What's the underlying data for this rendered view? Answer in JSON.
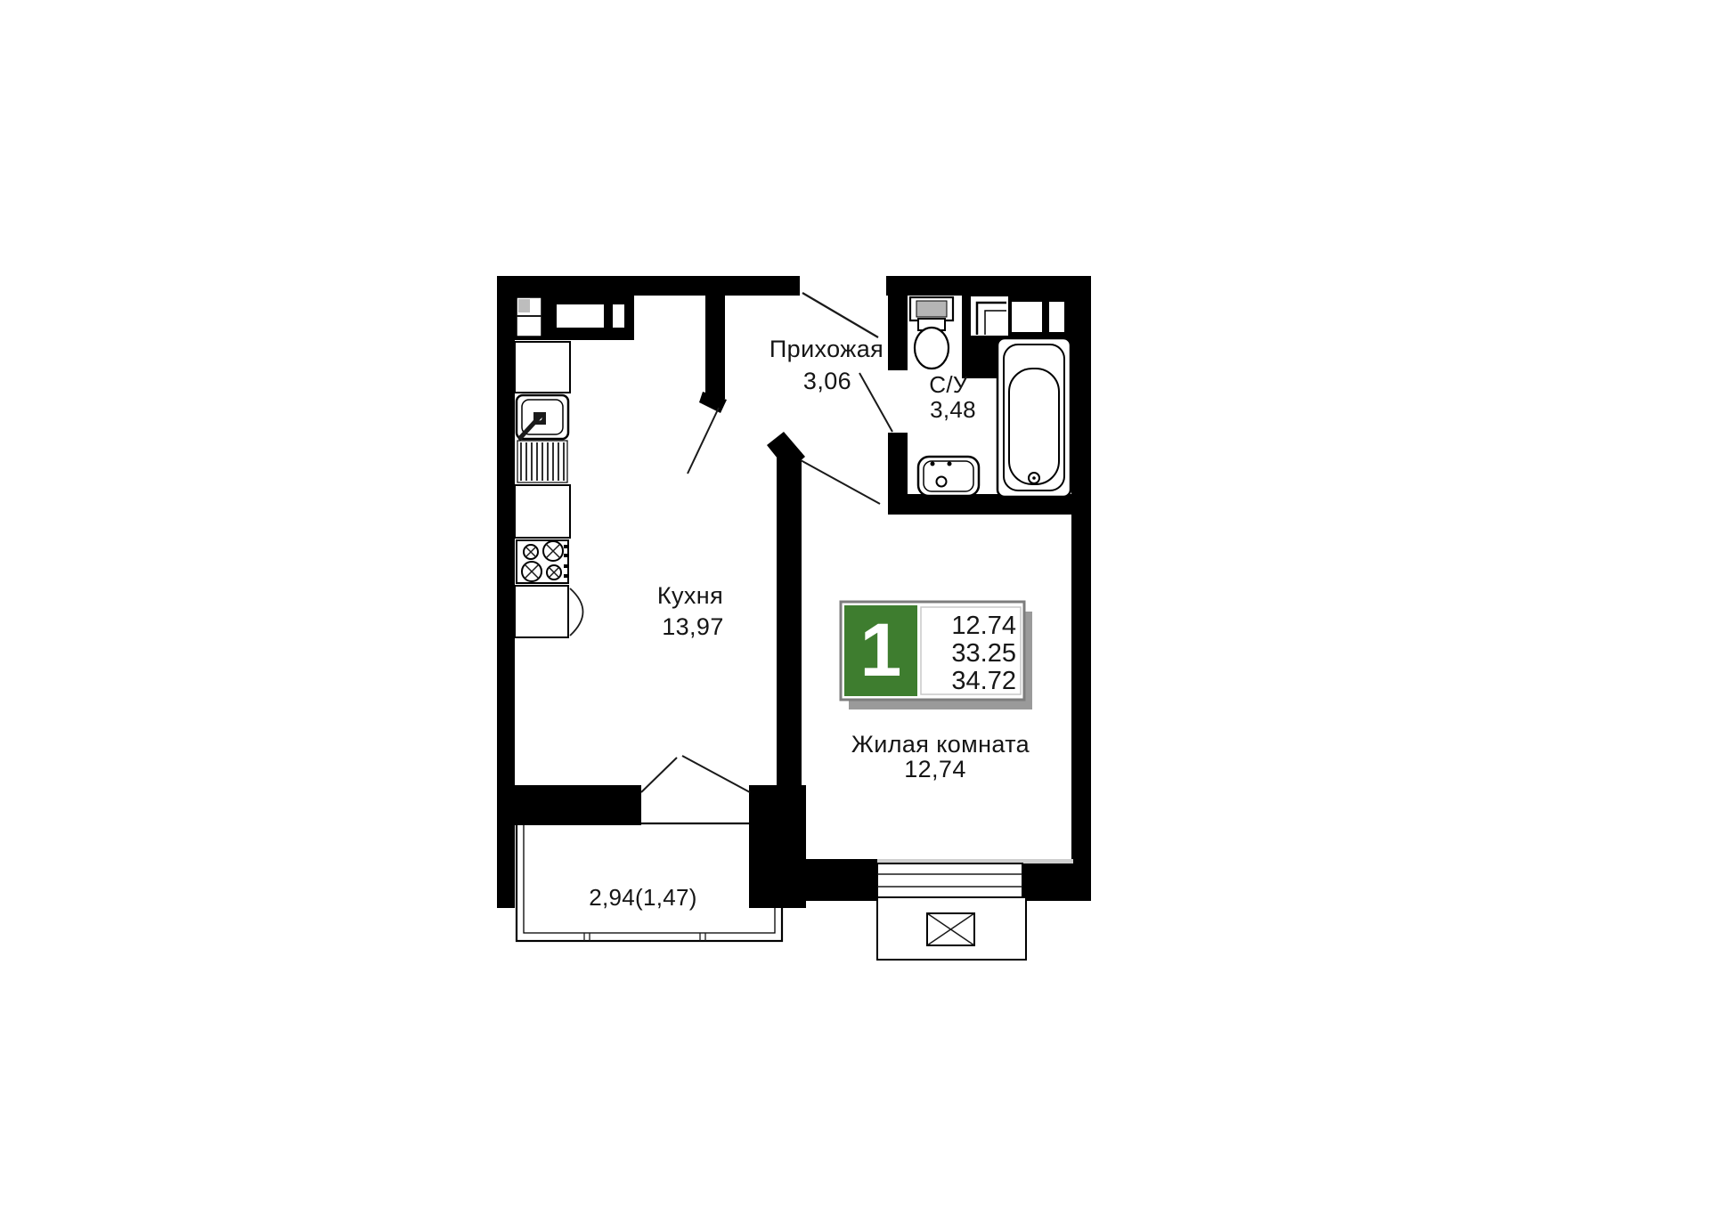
{
  "unit_card": {
    "rooms_count": "1",
    "areas": [
      "12.74",
      "33.25",
      "34.72"
    ]
  },
  "rooms": {
    "hallway": {
      "name": "Прихожая",
      "area": "3,06"
    },
    "bathroom": {
      "name": "С/У",
      "area": "3,48"
    },
    "kitchen": {
      "name": "Кухня",
      "area": "13,97"
    },
    "living": {
      "name": "Жилая комната",
      "area": "12,74"
    },
    "balcony": {
      "area": "2,94(1,47)"
    }
  },
  "colors": {
    "wall": "#000000",
    "text": "#151515",
    "badge_green": "#3e7d2f",
    "badge_border": "#7d7d7d",
    "badge_shadow": "#9a9a9a"
  }
}
